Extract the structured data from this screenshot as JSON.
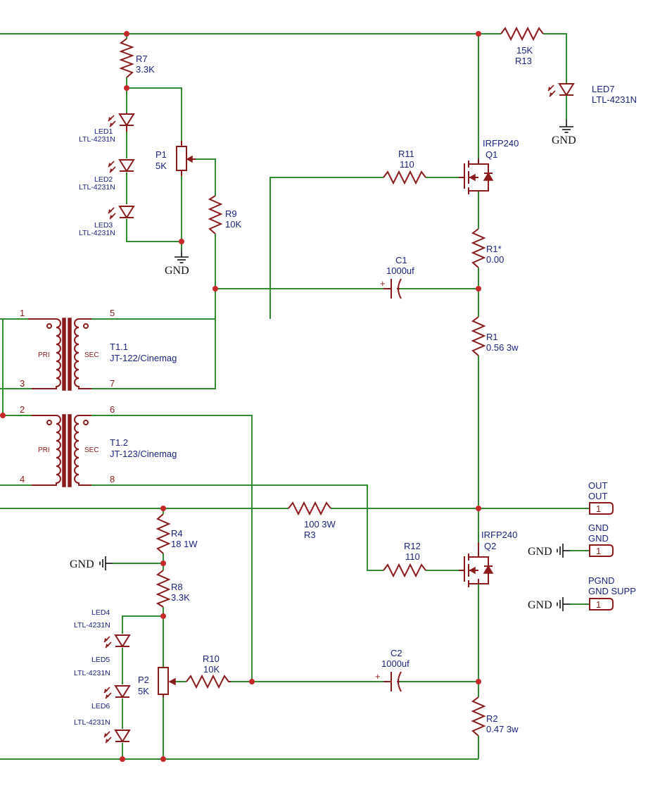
{
  "resistors": {
    "r7": {
      "ref": "R7",
      "value": "3.3K"
    },
    "r13": {
      "ref": "R13",
      "value": "15K"
    },
    "r11": {
      "ref": "R11",
      "value": "110"
    },
    "r9": {
      "ref": "R9",
      "value": "10K"
    },
    "r1s": {
      "ref": "R1*",
      "value": "0.00"
    },
    "r1": {
      "ref": "R1",
      "value": "0.56 3w"
    },
    "r3": {
      "ref": "R3",
      "value": "100 3W"
    },
    "r4": {
      "ref": "R4",
      "value": "18 1W"
    },
    "r8": {
      "ref": "R8",
      "value": "3.3K"
    },
    "r12": {
      "ref": "R12",
      "value": "110"
    },
    "r10": {
      "ref": "R10",
      "value": "10K"
    },
    "r2": {
      "ref": "R2",
      "value": "0.47 3w"
    }
  },
  "pots": {
    "p1": {
      "ref": "P1",
      "value": "5K"
    },
    "p2": {
      "ref": "P2",
      "value": "5K"
    }
  },
  "caps": {
    "c1": {
      "ref": "C1",
      "value": "1000uf"
    },
    "c2": {
      "ref": "C2",
      "value": "1000uf"
    }
  },
  "mosfets": {
    "q1": {
      "ref": "Q1",
      "value": "IRFP240"
    },
    "q2": {
      "ref": "Q2",
      "value": "IRFP240"
    }
  },
  "leds": {
    "led1": {
      "ref": "LED1",
      "value": "LTL-4231N"
    },
    "led2": {
      "ref": "LED2",
      "value": "LTL-4231N"
    },
    "led3": {
      "ref": "LED3",
      "value": "LTL-4231N"
    },
    "led4": {
      "ref": "LED4",
      "value": "LTL-4231N"
    },
    "led5": {
      "ref": "LED5",
      "value": "LTL-4231N"
    },
    "led6": {
      "ref": "LED6",
      "value": "LTL-4231N"
    },
    "led7": {
      "ref": "LED7",
      "value": "LTL-4231N"
    }
  },
  "transformers": {
    "t11": {
      "ref": "T1.1",
      "value": "JT-122/Cinemag",
      "pri": "PRI",
      "sec": "SEC",
      "pins": [
        "1",
        "3",
        "5",
        "7"
      ]
    },
    "t12": {
      "ref": "T1.2",
      "value": "JT-123/Cinemag",
      "pri": "PRI",
      "sec": "SEC",
      "pins": [
        "2",
        "4",
        "6",
        "8"
      ]
    }
  },
  "connectors": {
    "out": {
      "name": "OUT",
      "label": "OUT",
      "pin": "1"
    },
    "gnd": {
      "name": "GND",
      "label": "GND",
      "pin": "1"
    },
    "pgnd": {
      "name": "PGND",
      "label": "GND SUPP",
      "pin": "1"
    }
  },
  "ground_label": "GND",
  "colors": {
    "wire": "#2e8b2e",
    "component": "#8b1a1a",
    "label": "#1a237e",
    "junction": "#c62828"
  }
}
